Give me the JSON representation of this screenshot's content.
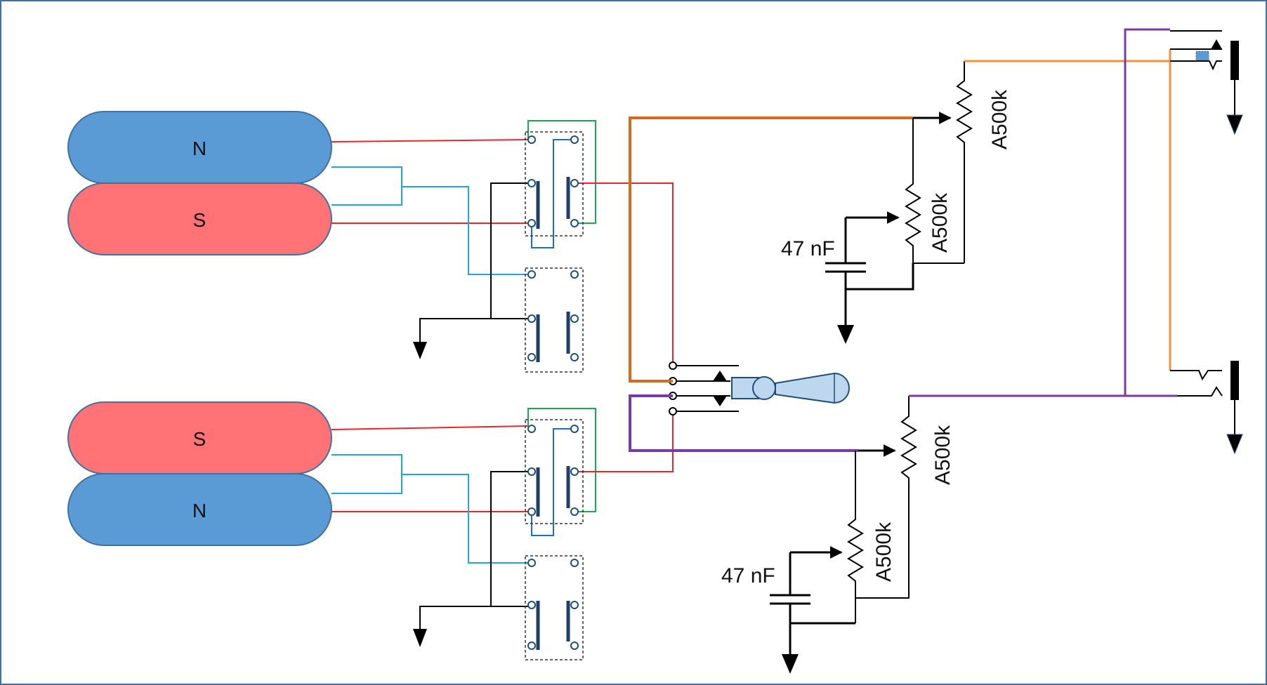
{
  "colors": {
    "north": "#5b9bd5",
    "south": "#ff7276",
    "red_wire": "#e8262b",
    "blue_wire": "#1ea7dc",
    "green_wire": "#1aa850",
    "dark_blue_wire": "#1f6fc0",
    "orange_dark": "#d86a1a",
    "orange_light": "#f0913f",
    "purple": "#7a3aa8",
    "black": "#000000",
    "frame": "#41719c",
    "selector_body": "#bdd7ee"
  },
  "pickups": {
    "neck": {
      "top_coil": "N",
      "bottom_coil": "S"
    },
    "bridge": {
      "top_coil": "S",
      "bottom_coil": "N"
    }
  },
  "controls": {
    "volume_neck": {
      "label": "A500k"
    },
    "tone_neck": {
      "label": "A500k"
    },
    "volume_bridge": {
      "label": "A500k"
    },
    "tone_bridge": {
      "label": "A500k"
    }
  },
  "capacitors": {
    "neck": {
      "label": "47 nF"
    },
    "bridge": {
      "label": "47 nF"
    }
  }
}
